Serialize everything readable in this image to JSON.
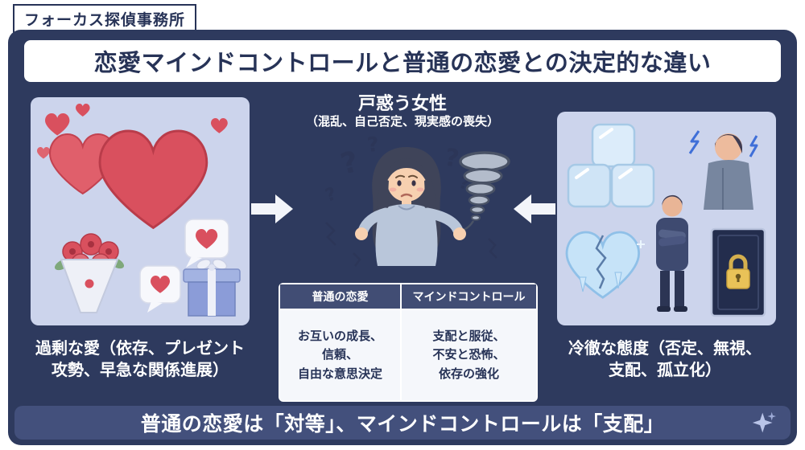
{
  "brand": {
    "label": "フォーカス探偵事務所"
  },
  "header": {
    "title": "恋愛マインドコントロールと普通の恋愛との決定的な違い"
  },
  "center": {
    "heading": "戸惑う女性",
    "subheading": "（混乱、自己否定、現実感の喪失）"
  },
  "left_panel": {
    "caption": "過剰な愛（依存、プレゼント\n攻勢、早急な関係進展）",
    "illustration": "hearts-bouquet-gift-love-bombing"
  },
  "right_panel": {
    "caption": "冷徹な態度（否定、無視、\n支配、孤立化）",
    "illustration": "ice-cubes-cold-man-broken-heart-locked-door"
  },
  "comparison": {
    "header_left": "普通の恋愛",
    "header_right": "マインドコントロール",
    "cell_left": "お互いの成長、\n信頼、\n自由な意思決定",
    "cell_right": "支配と服従、\n不安と恐怖、\n依存の強化"
  },
  "footer": {
    "conclusion": "普通の恋愛は「対等」、マインドコントロールは「支配」"
  },
  "colors": {
    "panel_navy": "#2e3a5e",
    "footer_navy": "#43507c",
    "table_header_navy": "#414d74",
    "illustration_panel_lavender": "#ccd4ec",
    "heart_red": "#d9505e",
    "ice_blue": "#cfe4f6",
    "title_navy": "#273357",
    "white": "#ffffff"
  }
}
